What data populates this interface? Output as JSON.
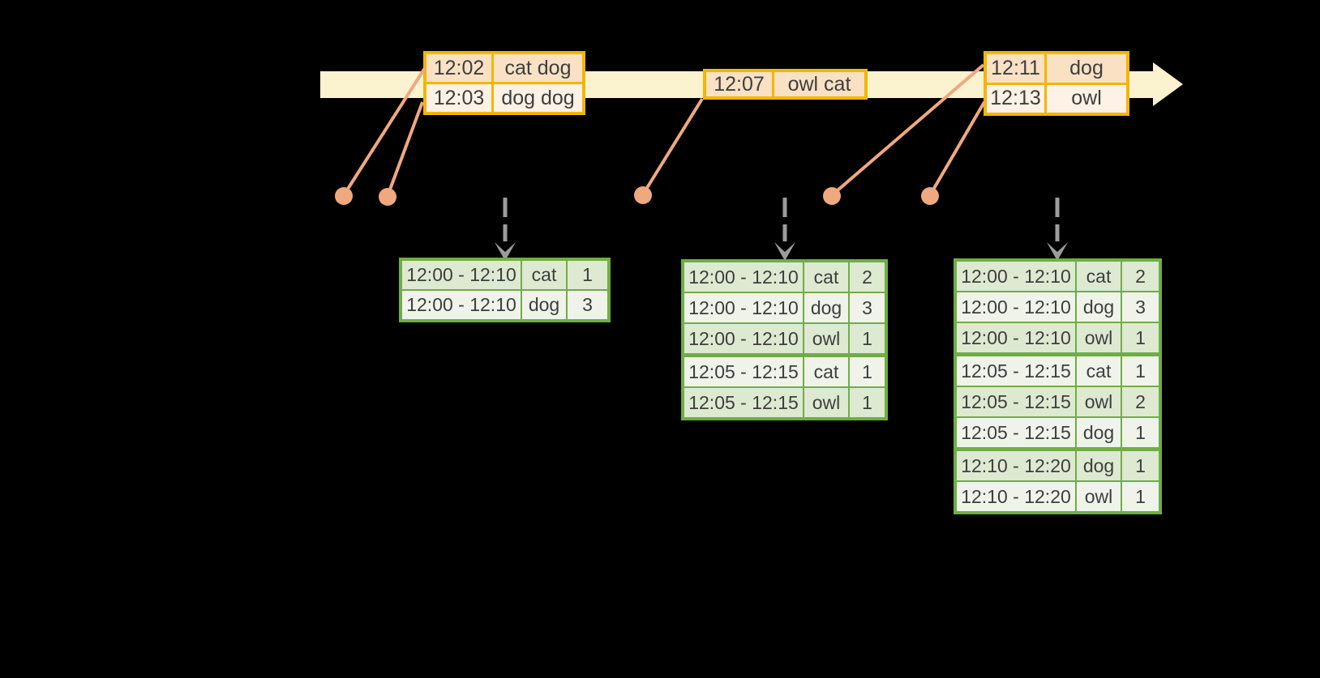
{
  "background_color": "#000000",
  "colors": {
    "timeline_fill": "#FBF2CF",
    "event_table_border": "#F2B600",
    "event_row_dark_bg": "#FAE1C4",
    "event_row_light_bg": "#FDF2E5",
    "event_marker": "#F0A87E",
    "result_table_border": "#6FAE44",
    "result_row_dark_bg": "#DEE9D2",
    "result_row_light_bg": "#EFF3EA",
    "trigger_arrow": "#9C9C9C",
    "text": "#3E3E3E"
  },
  "event_tables": [
    {
      "rows": [
        {
          "time": "12:02",
          "words": "cat dog"
        },
        {
          "time": "12:03",
          "words": "dog dog"
        }
      ]
    },
    {
      "rows": [
        {
          "time": "12:07",
          "words": "owl cat"
        }
      ]
    },
    {
      "rows": [
        {
          "time": "12:11",
          "words": "dog"
        },
        {
          "time": "12:13",
          "words": "owl"
        }
      ]
    }
  ],
  "result_tables": [
    {
      "rows": [
        {
          "window": "12:00 - 12:10",
          "word": "cat",
          "count": "1"
        },
        {
          "window": "12:00 - 12:10",
          "word": "dog",
          "count": "3"
        }
      ]
    },
    {
      "rows": [
        {
          "window": "12:00 - 12:10",
          "word": "cat",
          "count": "2"
        },
        {
          "window": "12:00 - 12:10",
          "word": "dog",
          "count": "3"
        },
        {
          "window": "12:00 - 12:10",
          "word": "owl",
          "count": "1"
        },
        {
          "window": "12:05 - 12:15",
          "word": "cat",
          "count": "1"
        },
        {
          "window": "12:05 - 12:15",
          "word": "owl",
          "count": "1"
        }
      ]
    },
    {
      "rows": [
        {
          "window": "12:00 - 12:10",
          "word": "cat",
          "count": "2"
        },
        {
          "window": "12:00 - 12:10",
          "word": "dog",
          "count": "3"
        },
        {
          "window": "12:00 - 12:10",
          "word": "owl",
          "count": "1"
        },
        {
          "window": "12:05 - 12:15",
          "word": "cat",
          "count": "1"
        },
        {
          "window": "12:05 - 12:15",
          "word": "owl",
          "count": "2"
        },
        {
          "window": "12:05 - 12:15",
          "word": "dog",
          "count": "1"
        },
        {
          "window": "12:10 - 12:20",
          "word": "dog",
          "count": "1"
        },
        {
          "window": "12:10 - 12:20",
          "word": "owl",
          "count": "1"
        }
      ]
    }
  ]
}
